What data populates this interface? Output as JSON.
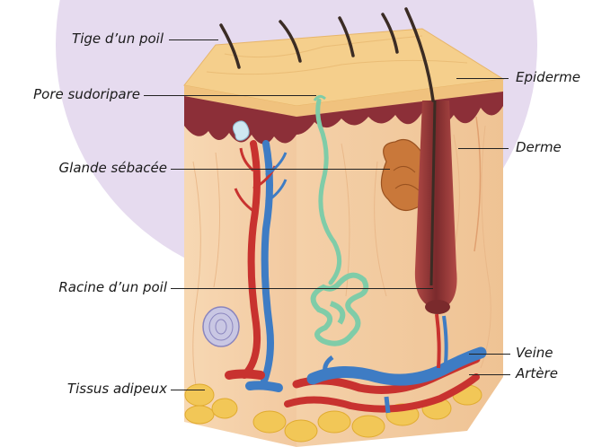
{
  "labels": {
    "hair_shaft": "Tige d’un poil",
    "sweat_pore": "Pore sudoripare",
    "sebaceous_gland": "Glande sébacée",
    "hair_root": "Racine d’un poil",
    "adipose": "Tissus adipeux",
    "epidermis": "Epiderme",
    "dermis": "Derme",
    "vein": "Veine",
    "artery": "Artère"
  },
  "colors": {
    "backdrop_circle": "#e4d8ee",
    "epidermis": "#f5cf8c",
    "dermis": "#f4d2ab",
    "papillary_layer": "#8c2f38",
    "fat": "#f2c757",
    "artery": "#c8322f",
    "vein": "#3e7cc4",
    "sweat_gland": "#7fcca8",
    "hair": "#3b2c24",
    "sebaceous": "#c9783a"
  }
}
